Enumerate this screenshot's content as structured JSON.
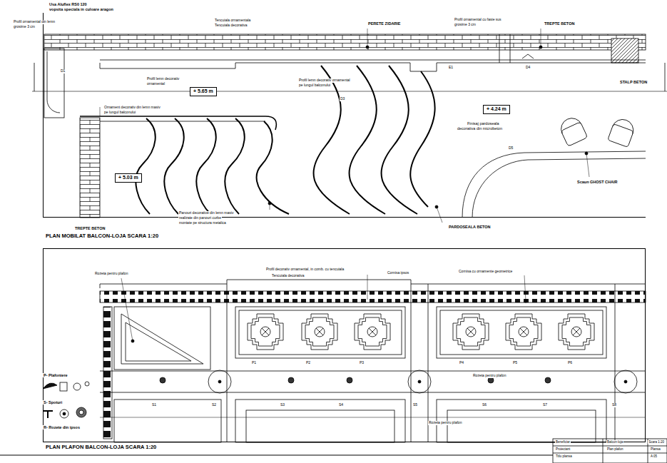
{
  "diagram": {
    "nodes": [
      {
        "text": [
          "PLAN MOBILAT BALCON-LOJA SCARA 1:20"
        ]
      },
      {
        "text": [
          "PLAN PLAFON BALCON-LOJA SCARA 1:20"
        ]
      },
      {
        "text": [
          "+ 5.65 m"
        ],
        "in": 0
      },
      {
        "text": [
          "+ 5.03 m"
        ],
        "in": 0
      },
      {
        "text": [
          "+ 4.24 m"
        ],
        "in": 0
      }
    ],
    "labels": [
      "Usa Aluflex RS0 120",
      "vopsita speciala in culoare aragon",
      "Profil ornamental din lemn",
      "grosime 3 cm",
      "Tencuiala ornamentala",
      "Tencuiala decorativa",
      "PERETE ZIDARIE",
      "Profil ornamental cu fasie sus",
      "grosime 3 cm",
      "TREPTE BETON",
      "STALP BETON",
      "D1",
      "E1",
      "D4",
      "D3",
      "D5",
      "Profil lemn decorativ",
      "ornamental",
      "Profil lemn decorativ ornamental",
      "pe lungul balconului",
      "Ornament decorativ din lemn masiv",
      "pe lungul balconului",
      "Finisaj pardoseala",
      "decorativa din microbeton",
      "Scaun GHOST CHAIR",
      "TREPTE BETON",
      "Panouri decorative din lemn masiv",
      "realizate din panouri curbe",
      "montate pe structura metalica",
      "PARDOSEALA BETON",
      "Rozeta pentru plafon",
      "Profil decorativ ornamental, in comb. cu tencuiala",
      "Tencuiala decorativa",
      "Cornisa ipsos",
      "Cornisa cu ornamente geometrice",
      "P1",
      "P2",
      "P3",
      "P4",
      "P5",
      "P6",
      "Rozeta pentru plafon",
      "Rozeta pentru plafon",
      "S1",
      "S2",
      "S3",
      "S4",
      "S5",
      "S6",
      "S7",
      "S8",
      "Beneficiar",
      "Proiectant",
      "Titlu plansa",
      "Balcon-loja",
      "Plan plafon",
      "Scara 1:20",
      "Plansa",
      "A 05"
    ],
    "legend": [
      {
        "text": "P- Plafoniere"
      },
      {
        "text": "S- Spoturi"
      },
      {
        "text": "R- Rozete din ipsos"
      }
    ]
  }
}
